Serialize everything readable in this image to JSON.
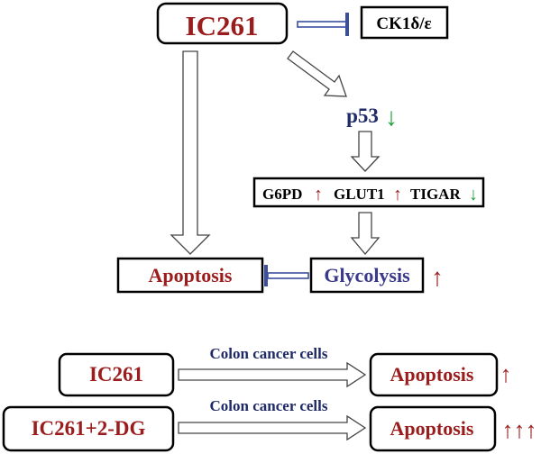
{
  "colors": {
    "red": "#9B1C1C",
    "navy": "#1F2A66",
    "purple": "#3A3A8C",
    "green": "#1FA03C",
    "inhibit": "#3B4F9C",
    "stroke": "#000000"
  },
  "nodes": {
    "ic261": "IC261",
    "ck1": "CK1δ/ε",
    "p53": "p53",
    "g6pd": "G6PD",
    "glut1": "GLUT1",
    "tigar": "TIGAR",
    "apoptosis": "Apoptosis",
    "glycolysis": "Glycolysis"
  },
  "icons": {
    "up": "↑",
    "down": "↓",
    "up_triple": "↑↑↑"
  },
  "bottom": {
    "row1": {
      "left": "IC261",
      "arrow_label": "Colon cancer cells",
      "right": "Apoptosis"
    },
    "row2": {
      "left": "IC261+2-DG",
      "arrow_label": "Colon cancer cells",
      "right": "Apoptosis"
    }
  }
}
